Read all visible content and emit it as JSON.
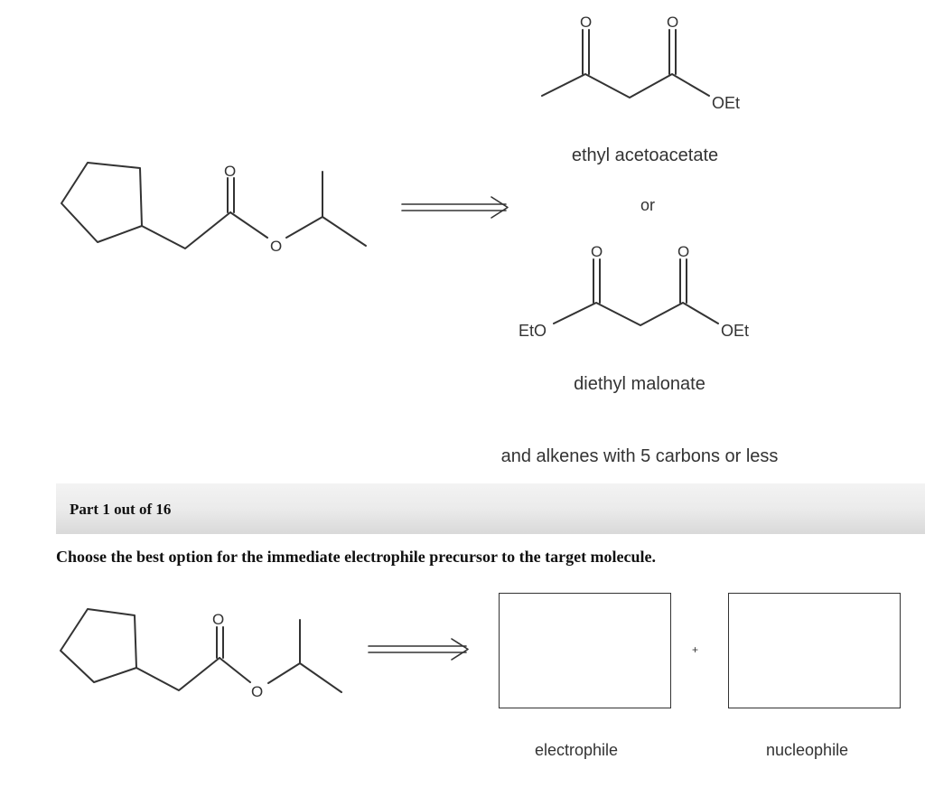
{
  "scheme": {
    "target_carbonyl_o": "O",
    "target_ester_o": "O",
    "reagent_1": {
      "ketone_o": "O",
      "ester_o": "O",
      "ester_group": "OEt",
      "name": "ethyl acetoacetate"
    },
    "connector": "or",
    "reagent_2": {
      "left_o": "O",
      "right_o": "O",
      "left_group": "EtO",
      "right_group": "OEt",
      "name": "diethyl malonate"
    },
    "note": "and alkenes with 5 carbons or less"
  },
  "part": {
    "title": "Part 1 out of 16"
  },
  "question": {
    "text": "Choose the best option for the immediate electrophile precursor to the target molecule."
  },
  "answer": {
    "target_carbonyl_o": "O",
    "target_ester_o": "O",
    "plus": "+",
    "electrophile_label": "electrophile",
    "nucleophile_label": "nucleophile"
  }
}
